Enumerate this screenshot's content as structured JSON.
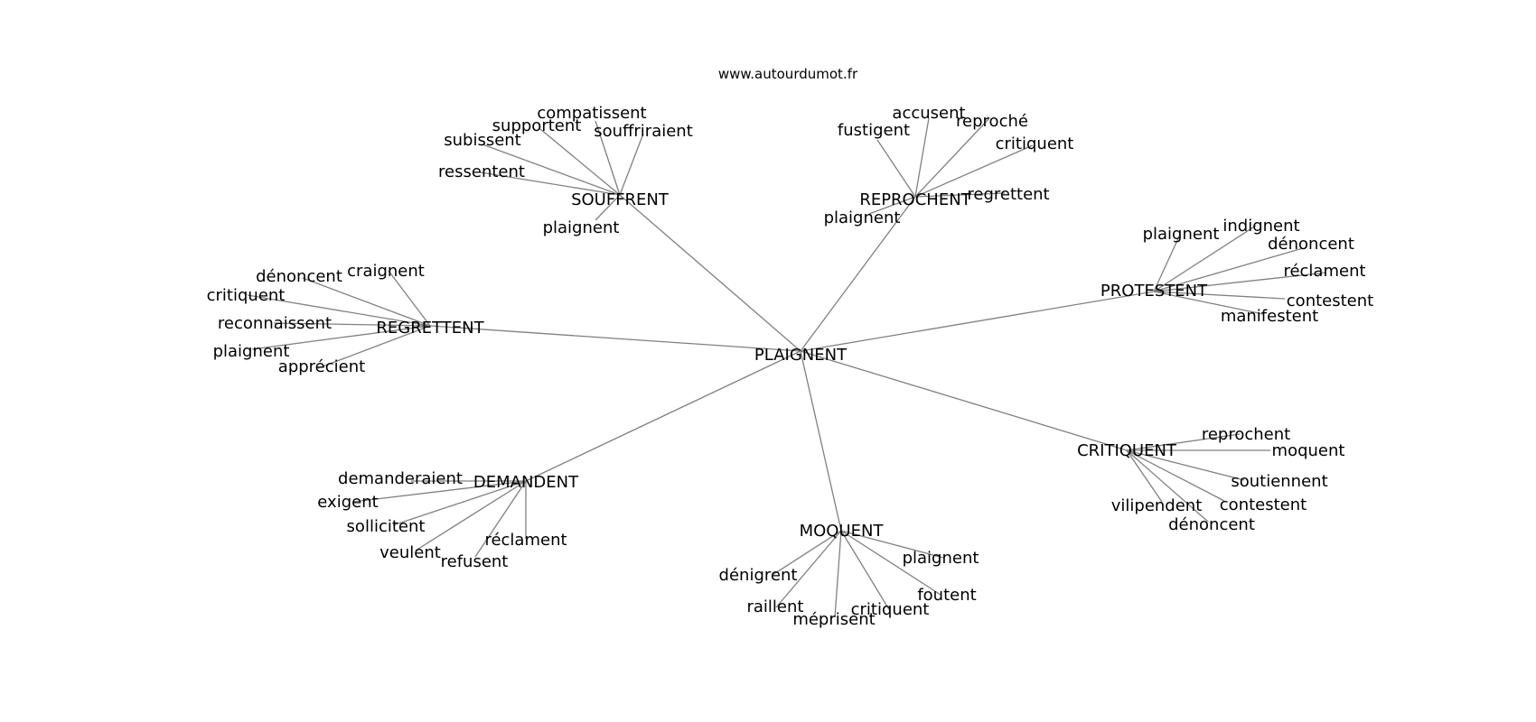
{
  "site": "www.autourdumot.fr",
  "colors": {
    "edge": "#808080",
    "text": "#000000",
    "background": "#ffffff"
  },
  "center": "PLAIGNENT",
  "hubs": [
    {
      "label": "SOUFFRENT",
      "leaves": [
        "compatissent",
        "supportent",
        "souffriraient",
        "subissent",
        "ressentent",
        "plaignent"
      ]
    },
    {
      "label": "REPROCHENT",
      "leaves": [
        "accusent",
        "reproché",
        "fustigent",
        "critiquent",
        "regrettent",
        "plaignent"
      ]
    },
    {
      "label": "REGRETTENT",
      "leaves": [
        "dénoncent",
        "craignent",
        "critiquent",
        "reconnaissent",
        "plaignent",
        "apprécient"
      ]
    },
    {
      "label": "PROTESTENT",
      "leaves": [
        "plaignent",
        "indignent",
        "dénoncent",
        "réclament",
        "contestent",
        "manifestent"
      ]
    },
    {
      "label": "CRITIQUENT",
      "leaves": [
        "reprochent",
        "moquent",
        "soutiennent",
        "vilipendent",
        "contestent",
        "dénoncent"
      ]
    },
    {
      "label": "DEMANDENT",
      "leaves": [
        "demanderaient",
        "exigent",
        "sollicitent",
        "veulent",
        "réclament",
        "refusent"
      ]
    },
    {
      "label": "MOQUENT",
      "leaves": [
        "plaignent",
        "dénigrent",
        "foutent",
        "raillent",
        "méprisent",
        "critiquent"
      ]
    }
  ]
}
